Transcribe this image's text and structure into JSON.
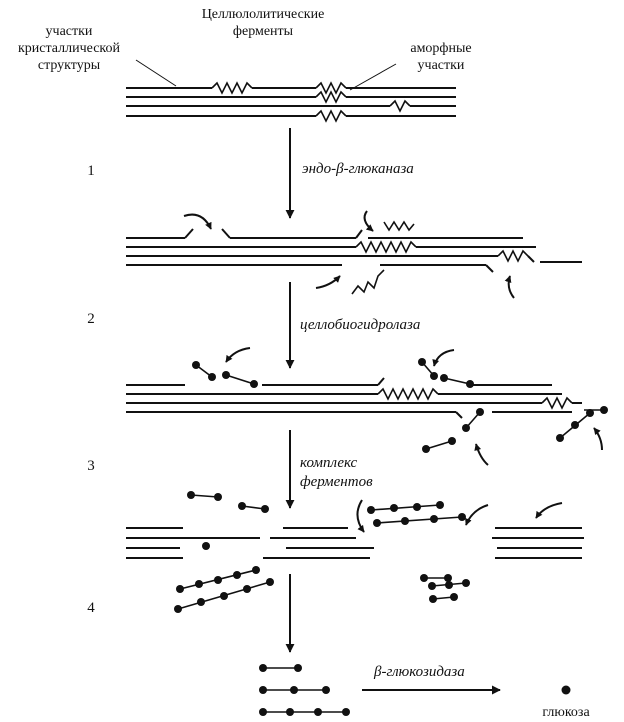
{
  "labels": {
    "title_line1": "Целлюлолитические",
    "title_line2": "ферменты",
    "crystalline_line1": "участки",
    "crystalline_line2": "кристаллической",
    "crystalline_line3": "структуры",
    "amorphous_line1": "аморфные",
    "amorphous_line2": "участки",
    "glucose": "глюкоза"
  },
  "steps": [
    {
      "number": "1",
      "enzyme_line1": "эндо-β-глюканаза",
      "enzyme_line2": ""
    },
    {
      "number": "2",
      "enzyme_line1": "целлобиогидролаза",
      "enzyme_line2": ""
    },
    {
      "number": "3",
      "enzyme_line1": "комплекс",
      "enzyme_line2": "ферментов"
    },
    {
      "number": "4",
      "enzyme_line1": "",
      "enzyme_line2": ""
    }
  ],
  "final_enzyme": "β-глюкозидаза"
}
